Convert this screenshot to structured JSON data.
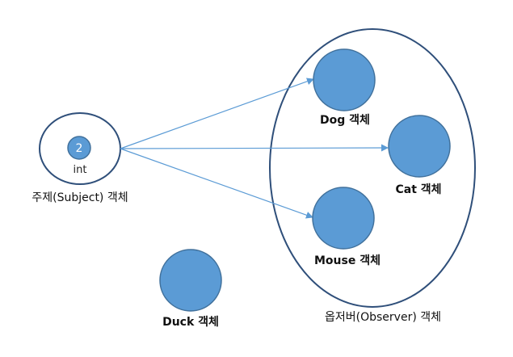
{
  "colors": {
    "node_fill": "#5b9bd5",
    "node_stroke": "#41719c",
    "container_stroke": "#2f4f7a",
    "arrow": "#5b9bd5"
  },
  "subject": {
    "value": "2",
    "type_label": "int",
    "caption": "주제(Subject) 객체"
  },
  "observer_group": {
    "caption": "옵저버(Observer) 객체"
  },
  "observers": [
    {
      "label": "Dog 객체"
    },
    {
      "label": "Cat 객체"
    },
    {
      "label": "Mouse 객체"
    }
  ],
  "outside": {
    "label": "Duck 객체"
  }
}
